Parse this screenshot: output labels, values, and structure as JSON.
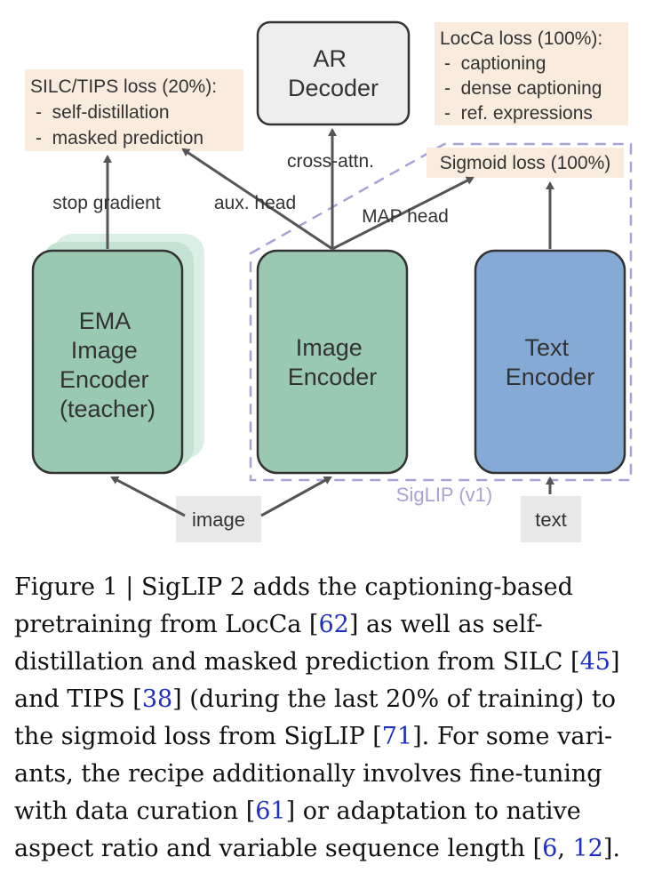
{
  "figure": {
    "boxes": {
      "ema_encoder": [
        "EMA",
        "Image",
        "Encoder",
        "(teacher)"
      ],
      "image_encoder": [
        "Image",
        "Encoder"
      ],
      "text_encoder": [
        "Text",
        "Encoder"
      ],
      "ar_decoder": [
        "AR",
        "Decoder"
      ]
    },
    "losses": {
      "silc_tips": {
        "title": "SILC/TIPS loss (20%):",
        "items": [
          "-  self-distillation",
          "-  masked prediction"
        ]
      },
      "locca": {
        "title": "LocCa loss (100%):",
        "items": [
          "-  captioning",
          "-  dense captioning",
          "-  ref. expressions"
        ]
      },
      "sigmoid": "Sigmoid loss (100%)"
    },
    "edge_labels": {
      "stop_gradient": "stop gradient",
      "aux_head": "aux. head",
      "cross_attn": "cross-attn.",
      "map_head": "MAP head",
      "siglip_v1": "SigLIP (v1)"
    },
    "inputs": {
      "image": "image",
      "text": "text"
    },
    "colors": {
      "green_box": "#9ac9b1",
      "blue_box": "#86aad6",
      "decoder_box": "#eeeeee",
      "loss_bg": "#f9ebdd",
      "input_bg": "#e8e8e8",
      "dashed_border": "#a9a2d6",
      "arrow": "#555555"
    }
  },
  "caption": {
    "lines": [
      [
        "Figure 1 | SigLIP 2 adds the captioning-based"
      ],
      [
        "pretraining from LocCa [",
        "62",
        "] as well as self-"
      ],
      [
        "distillation and masked prediction from SILC [",
        "45",
        "]"
      ],
      [
        "and TIPS [",
        "38",
        "] (during the last 20% of training) to"
      ],
      [
        "the sigmoid loss from SigLIP [",
        "71",
        "]. For some vari-"
      ],
      [
        "ants, the recipe additionally involves fine-tuning"
      ],
      [
        "with data curation [",
        "61",
        "] or adaptation to native"
      ],
      [
        "aspect ratio and variable sequence length [",
        "6",
        ", ",
        "12",
        "]."
      ]
    ]
  }
}
